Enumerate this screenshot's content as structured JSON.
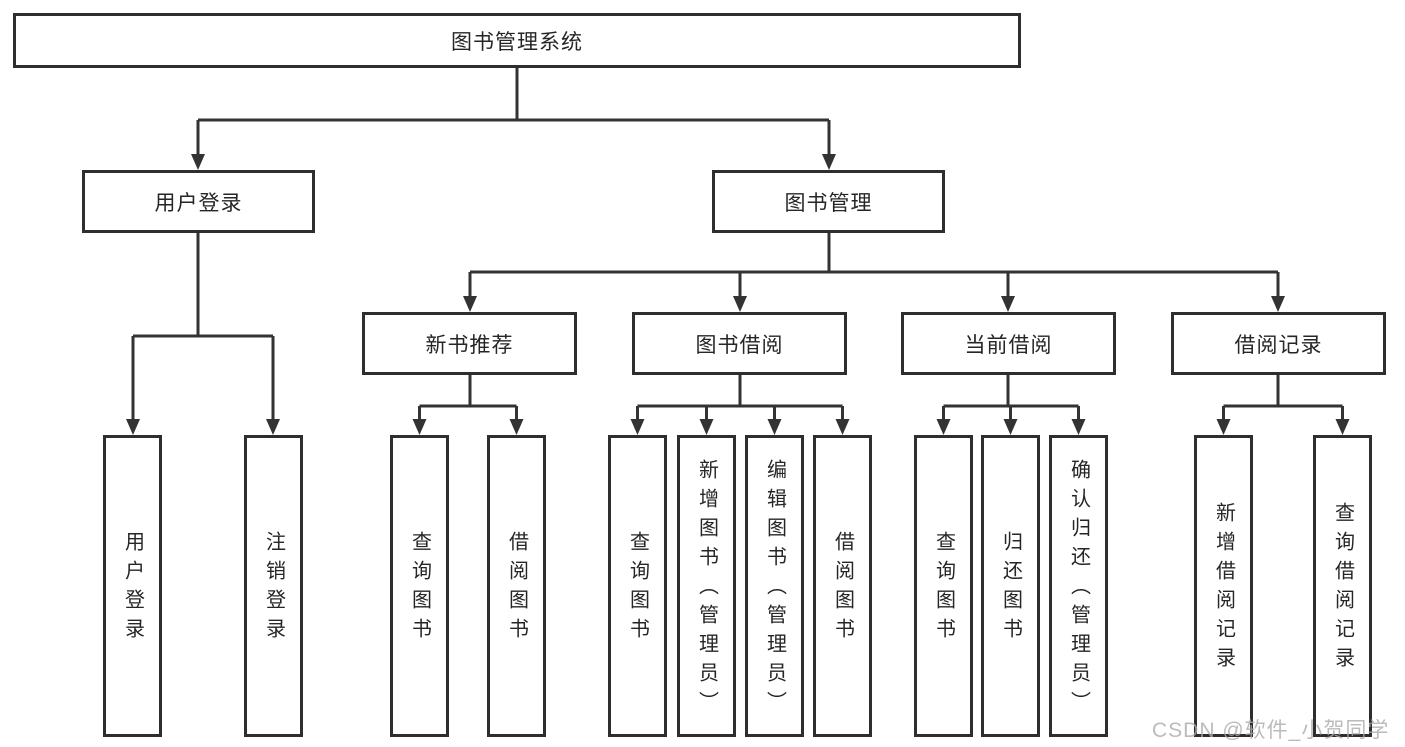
{
  "diagram": {
    "root": {
      "label": "图书管理系统"
    },
    "branches": [
      {
        "label": "用户登录",
        "children": [
          {
            "label": "用户登录"
          },
          {
            "label": "注销登录"
          }
        ]
      },
      {
        "label": "图书管理",
        "children": [
          {
            "label": "新书推荐",
            "children": [
              {
                "label": "查询图书"
              },
              {
                "label": "借阅图书"
              }
            ]
          },
          {
            "label": "图书借阅",
            "children": [
              {
                "label": "查询图书"
              },
              {
                "label": "新增图书（管理员）"
              },
              {
                "label": "编辑图书（管理员）"
              },
              {
                "label": "借阅图书"
              }
            ]
          },
          {
            "label": "当前借阅",
            "children": [
              {
                "label": "查询图书"
              },
              {
                "label": "归还图书"
              },
              {
                "label": "确认归还（管理员）"
              }
            ]
          },
          {
            "label": "借阅记录",
            "children": [
              {
                "label": "新增借阅记录"
              },
              {
                "label": "查询借阅记录"
              }
            ]
          }
        ]
      }
    ]
  },
  "watermark": {
    "text": "CSDN @软件_小贺同学"
  },
  "colors": {
    "line": "#333333",
    "box_border": "#2e2e2e",
    "text": "#262626",
    "watermark": "#ababab",
    "background": "#ffffff"
  }
}
